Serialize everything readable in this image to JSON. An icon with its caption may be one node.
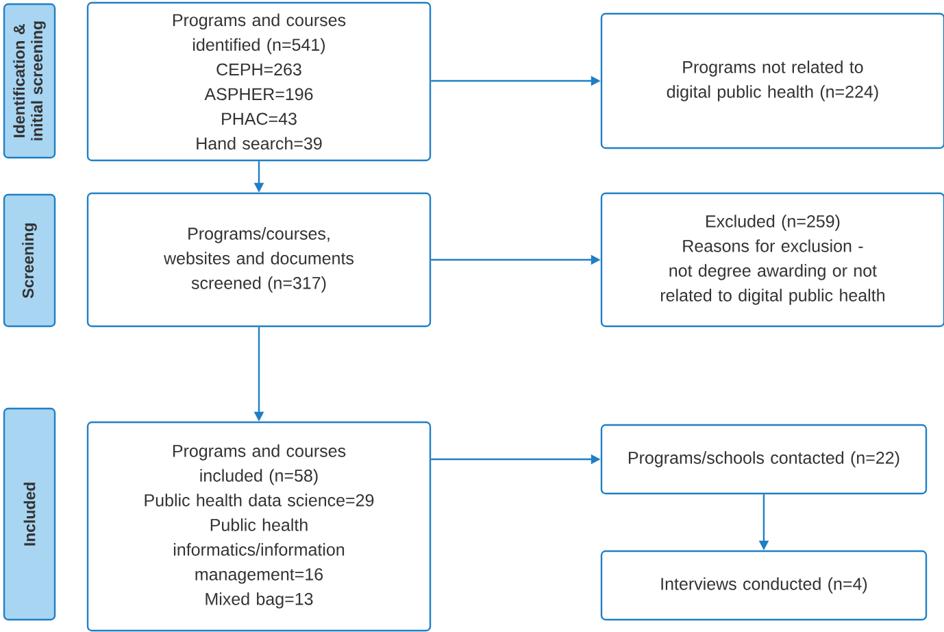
{
  "diagram": {
    "nodes": [
      {
        "text": [
          "Identification & initial screening"
        ]
      },
      {
        "text": [
          "Programs and courses identified (n=541)",
          "CEPH=263",
          "ASPHER=196",
          "PHAC=43",
          "Hand search=39"
        ]
      },
      {
        "text": [
          "Programs not related to digital public health (n=224)"
        ]
      },
      {
        "text": [
          "Screening"
        ]
      },
      {
        "text": [
          "Programs/courses, websites and documents screened (n=317)"
        ]
      },
      {
        "text": [
          "Excluded (n=259)",
          "Reasons for exclusion - not degree awarding or not related to digital public health"
        ]
      },
      {
        "text": [
          "Included"
        ]
      },
      {
        "text": [
          "Programs and courses included (n=58)",
          "Public health data science=29",
          "Public health informatics/information management=16",
          "Mixed bag=13"
        ]
      },
      {
        "text": [
          "Programs/schools contacted (n=22)"
        ]
      },
      {
        "text": [
          "Interviews conducted (n=4)"
        ]
      }
    ],
    "edges": [
      {
        "from": 1,
        "to": 2,
        "arrow": "to"
      },
      {
        "from": 1,
        "to": 4,
        "arrow": "to"
      },
      {
        "from": 4,
        "to": 5,
        "arrow": "to"
      },
      {
        "from": 4,
        "to": 7,
        "arrow": "to"
      },
      {
        "from": 7,
        "to": 8,
        "arrow": "to"
      },
      {
        "from": 8,
        "to": 9,
        "arrow": "to"
      }
    ]
  }
}
